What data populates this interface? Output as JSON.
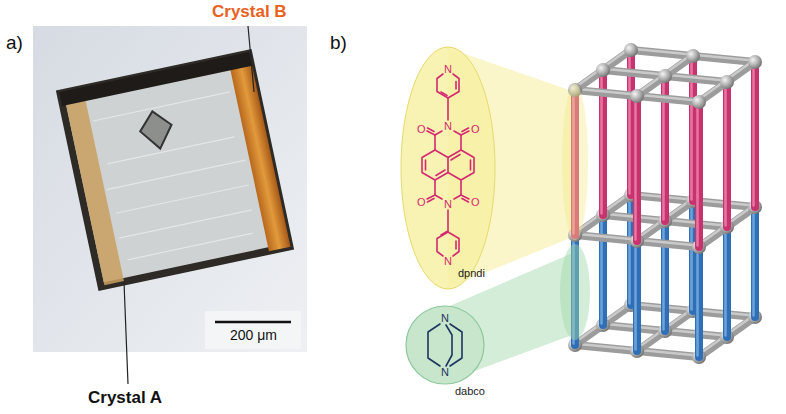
{
  "diagram": {
    "nodes": [
      {
        "text": [
          "dpndi"
        ]
      },
      {
        "text": [
          "dabco"
        ]
      }
    ],
    "labels": [
      "a)",
      "Crystal B",
      "200 μm",
      "Crystal A",
      "b)",
      "N",
      "N",
      "O",
      "O",
      "O",
      "O",
      "N",
      "N",
      "N",
      "N"
    ]
  }
}
